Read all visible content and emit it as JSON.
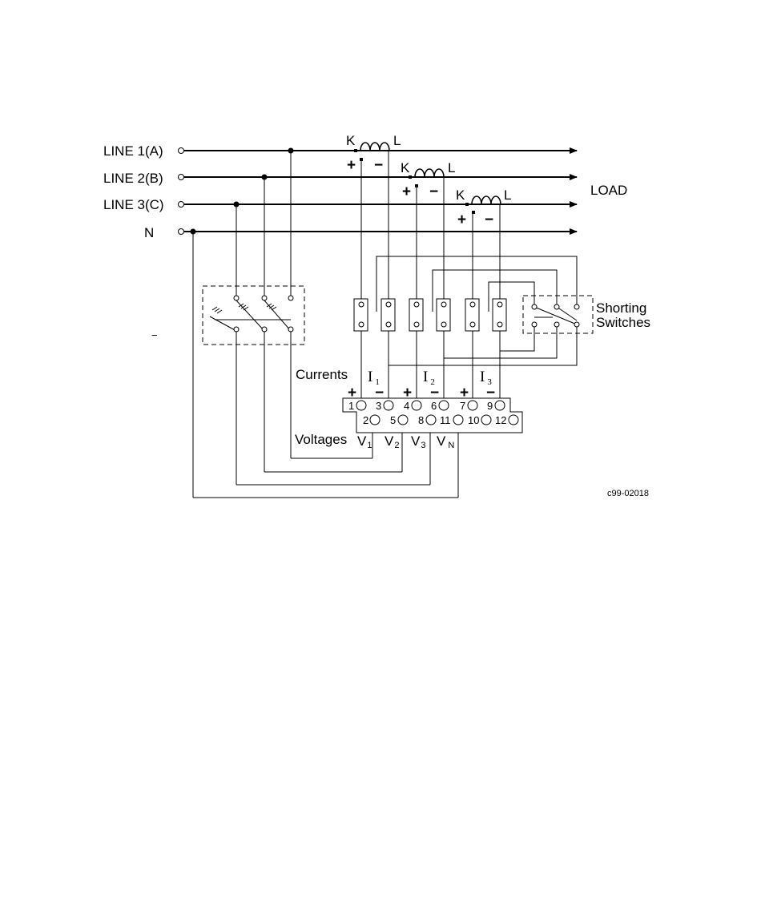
{
  "lines": [
    {
      "id": "line1",
      "label": "LINE  1(A)"
    },
    {
      "id": "line2",
      "label": "LINE  2(B)"
    },
    {
      "id": "line3",
      "label": "LINE  3(C)"
    },
    {
      "id": "neutral",
      "label": "N"
    }
  ],
  "load_label": "LOAD",
  "ct": {
    "k": "K",
    "l": "L",
    "plus": "+",
    "minus": "−"
  },
  "shorting_switches": [
    "Shorting",
    "Switches"
  ],
  "currents_label": "Currents",
  "current_symbols": [
    {
      "base": "I",
      "sub": "1"
    },
    {
      "base": "I",
      "sub": "2"
    },
    {
      "base": "I",
      "sub": "3"
    }
  ],
  "polarity": [
    "+",
    "−",
    "+",
    "−",
    "+",
    "−"
  ],
  "terminals": [
    "1",
    "2",
    "3",
    "4",
    "5",
    "6",
    "7",
    "8",
    "9",
    "10",
    "11",
    "12"
  ],
  "voltages_label": "Voltages",
  "voltage_symbols": [
    {
      "base": "V",
      "sub": "1"
    },
    {
      "base": "V",
      "sub": "2"
    },
    {
      "base": "V",
      "sub": "3"
    },
    {
      "base": "V",
      "sub": "N"
    }
  ],
  "stray_mark": "−",
  "figure_id": "c99-02018"
}
